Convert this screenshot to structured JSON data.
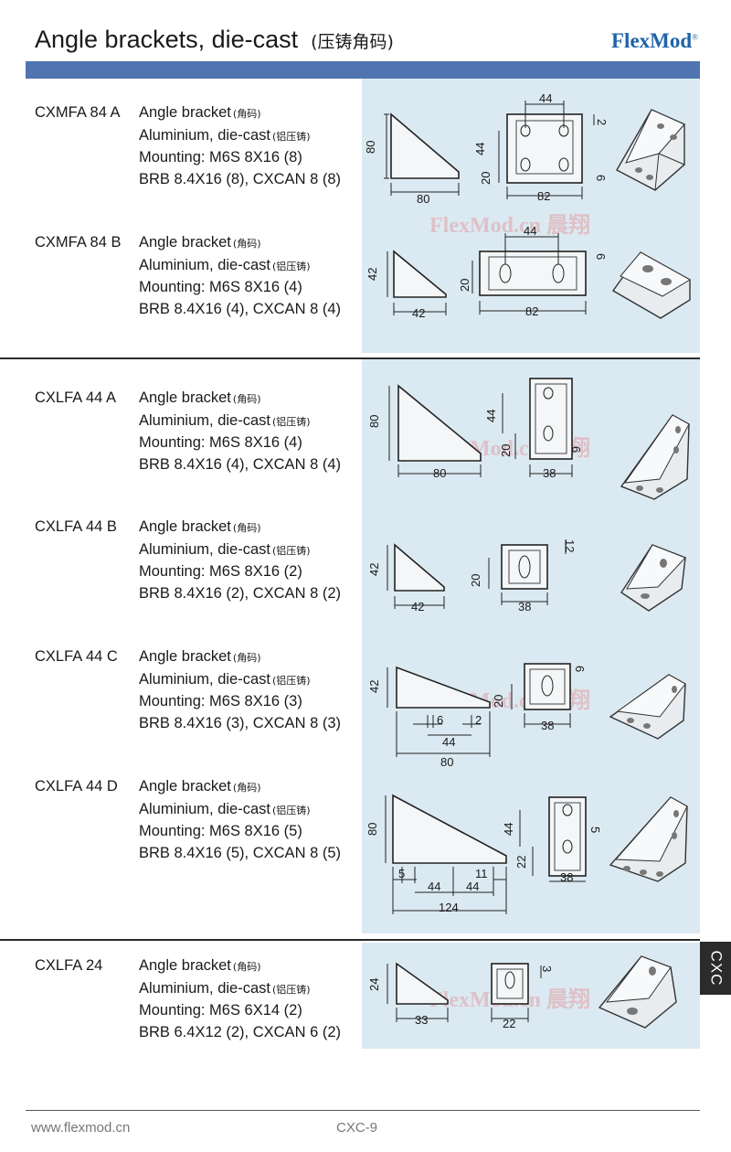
{
  "header": {
    "title": "Angle brackets, die-cast",
    "title_cn": "(压铸角码)",
    "brand": "FlexMod",
    "brand_mark": "®"
  },
  "watermark": "FlexMod.cn 晨翔",
  "side_tab": "CXC",
  "footer": {
    "url": "www.flexmod.cn",
    "page": "CXC-9"
  },
  "products": [
    {
      "code": "CXMFA 84 A",
      "name": "Angle bracket",
      "name_cn": "(角码)",
      "material": "Aluminium, die-cast",
      "material_cn": "(铝压铸)",
      "mounting": "Mounting: M6S 8X16 (8)",
      "fasteners": "BRB 8.4X16 (8), CXCAN 8 (8)",
      "dims": {
        "side_h": "80",
        "side_w": "80",
        "front_top": "44",
        "front_right": "2",
        "front_left_a": "44",
        "front_left_b": "20",
        "front_right_b": "6",
        "front_w": "82"
      }
    },
    {
      "code": "CXMFA 84 B",
      "name": "Angle bracket",
      "name_cn": "(角码)",
      "material": "Aluminium, die-cast",
      "material_cn": "(铝压铸)",
      "mounting": "Mounting: M6S 8X16 (4)",
      "fasteners": "BRB 8.4X16 (4), CXCAN 8 (4)",
      "dims": {
        "side_h": "42",
        "side_w": "42",
        "front_top": "44",
        "front_right": "6",
        "front_left": "20",
        "front_w": "82"
      }
    },
    {
      "code": "CXLFA 44 A",
      "name": "Angle bracket",
      "name_cn": "(角码)",
      "material": "Aluminium, die-cast",
      "material_cn": "(铝压铸)",
      "mounting": "Mounting: M6S 8X16 (4)",
      "fasteners": "BRB 8.4X16 (4), CXCAN 8 (4)",
      "dims": {
        "side_h": "80",
        "side_w": "80",
        "front_a": "44",
        "front_b": "20",
        "front_right": "6",
        "front_w": "38"
      }
    },
    {
      "code": "CXLFA 44 B",
      "name": "Angle bracket",
      "name_cn": "(角码)",
      "material": "Aluminium, die-cast",
      "material_cn": "(铝压铸)",
      "mounting": "Mounting: M6S 8X16 (2)",
      "fasteners": "BRB 8.4X16 (2), CXCAN 8 (2)",
      "dims": {
        "side_h": "42",
        "side_w": "42",
        "front_left": "20",
        "front_right": "12",
        "front_w": "38"
      }
    },
    {
      "code": "CXLFA 44 C",
      "name": "Angle bracket",
      "name_cn": "(角码)",
      "material": "Aluminium, die-cast",
      "material_cn": "(铝压铸)",
      "mounting": "Mounting: M6S 8X16 (3)",
      "fasteners": "BRB 8.4X16 (3), CXCAN 8 (3)",
      "dims": {
        "side_h": "42",
        "d1": "6",
        "d2": "2",
        "d3": "44",
        "side_w": "80",
        "front_left": "20",
        "front_right": "6",
        "front_w": "38"
      }
    },
    {
      "code": "CXLFA 44 D",
      "name": "Angle bracket",
      "name_cn": "(角码)",
      "material": "Aluminium, die-cast",
      "material_cn": "(铝压铸)",
      "mounting": "Mounting: M6S 8X16 (5)",
      "fasteners": "BRB 8.4X16 (5), CXCAN 8 (5)",
      "dims": {
        "side_h": "80",
        "d1": "5",
        "d2": "44",
        "d3": "44",
        "d4": "11",
        "side_w": "124",
        "front_a": "44",
        "front_b": "22",
        "front_right": "5",
        "front_w": "38"
      }
    },
    {
      "code": "CXLFA 24",
      "name": "Angle bracket",
      "name_cn": "(角码)",
      "material": "Aluminium, die-cast",
      "material_cn": "(铝压铸)",
      "mounting": "Mounting: M6S 6X14 (2)",
      "fasteners": "BRB 6.4X12 (2), CXCAN 6 (2)",
      "dims": {
        "side_h": "24",
        "side_w": "33",
        "front_right": "3",
        "front_w": "22"
      }
    }
  ]
}
